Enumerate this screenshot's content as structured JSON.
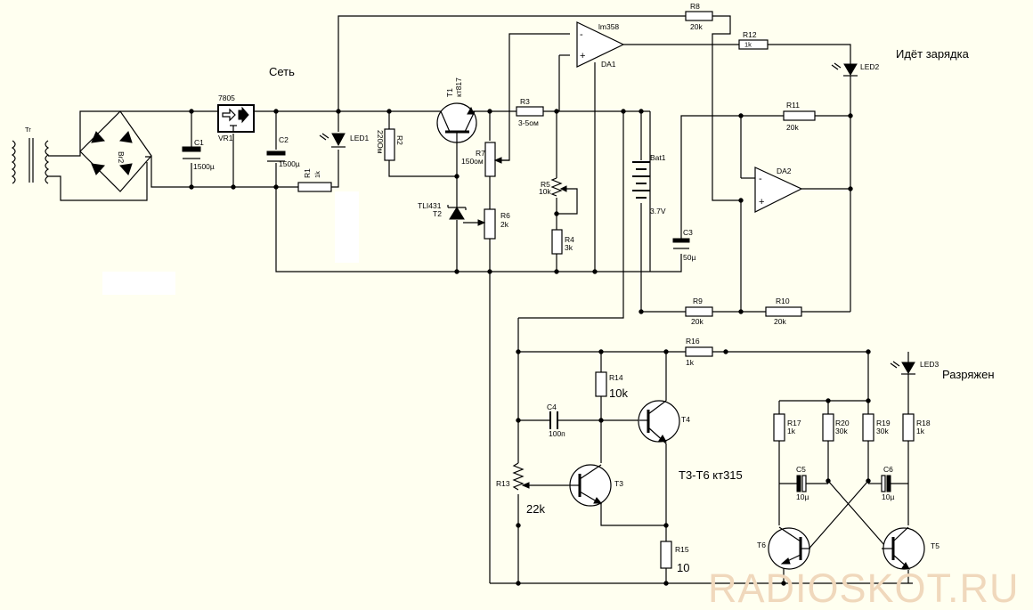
{
  "diagram": {
    "labels": {
      "tr": "Tr",
      "br": "Br2",
      "c1": "C1",
      "c1v": "1500µ",
      "vr": "7805",
      "vr1": "VR1",
      "c2": "C2",
      "c2v": "1500µ",
      "set": "Сеть",
      "led1": "LED1",
      "r1": "R1",
      "r1v": "1k",
      "r2": "R2",
      "r2v": "220Ом",
      "t1": "T1",
      "t1v": "кт817",
      "tl": "TLI431",
      "t2": "T2",
      "r3": "R3",
      "r3v": "3-5ом",
      "r7": "R7",
      "r7v": "150ом",
      "r6": "R6",
      "r6v": "2k",
      "r5": "R5",
      "r5v": "10k",
      "r4": "R4",
      "r4v": "3k",
      "lm": "lm358",
      "da1": "DA1",
      "r8": "R8",
      "r8v": "20k",
      "r12": "R12",
      "r12v": "1k",
      "charging": "Идёт зарядка",
      "led2": "LED2",
      "r11": "R11",
      "r11v": "20k",
      "bat": "Bat1",
      "batv": "3.7V",
      "da2": "DA2",
      "c3": "C3",
      "c3v": "50µ",
      "r9": "R9",
      "r9v": "20k",
      "r10": "R10",
      "r10v": "20k",
      "r16": "R16",
      "r16v": "1k",
      "led3": "LED3",
      "discharged": "Разряжен",
      "r14": "R14",
      "r14v": "10k",
      "c4": "C4",
      "c4v": "100п",
      "t4": "T4",
      "r13": "R13",
      "r13v": "22k",
      "t3": "T3",
      "t36": "T3-T6 кт315",
      "r15": "R15",
      "r15v": "10",
      "r17": "R17",
      "r17v": "1k",
      "r20": "R20",
      "r20v": "30k",
      "r19": "R19",
      "r19v": "30k",
      "r18": "R18",
      "r18v": "1k",
      "c5": "C5",
      "c5v": "10µ",
      "c6": "C6",
      "c6v": "10µ",
      "t6": "T6",
      "t5": "T5",
      "minus": "-",
      "plus": "+",
      "watermark": "RADIOSKOT.RU"
    }
  }
}
